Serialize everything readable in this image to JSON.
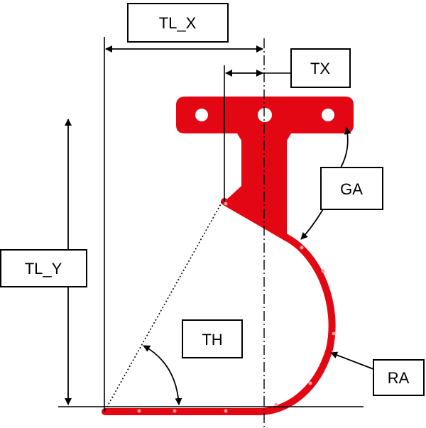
{
  "labels": {
    "tl_x": "TL_X",
    "tx": "TX",
    "ga": "GA",
    "tl_y": "TL_Y",
    "th": "TH",
    "ra": "RA"
  },
  "colors": {
    "part": "#e30613",
    "line": "#000000",
    "hole": "#ffffff"
  }
}
